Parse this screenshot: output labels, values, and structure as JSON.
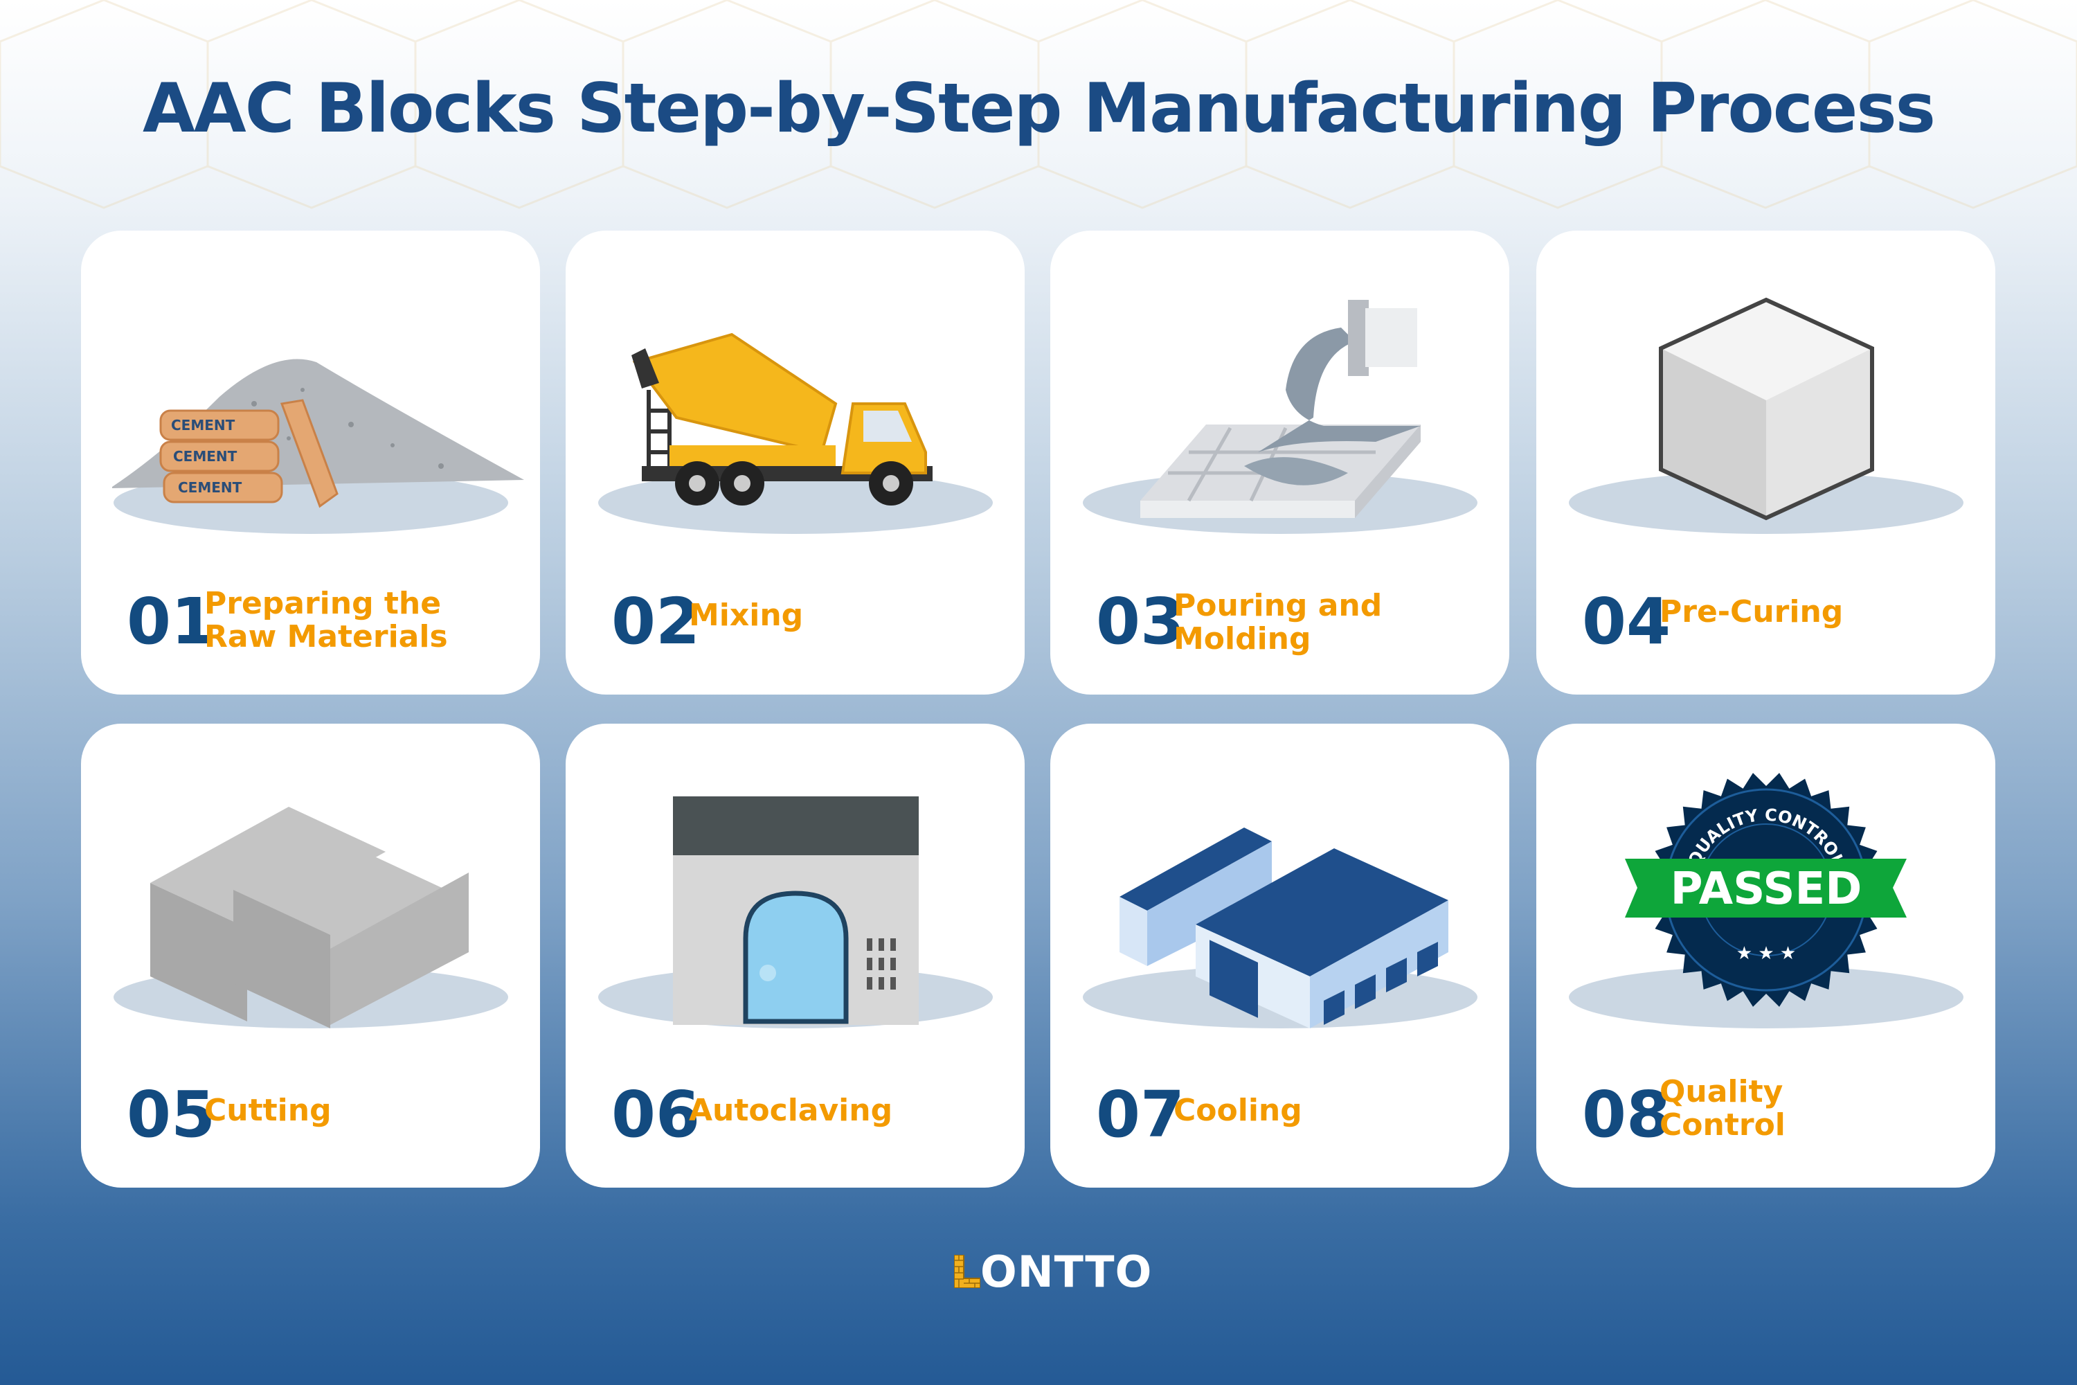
{
  "title": "AAC Blocks Step-by-Step Manufacturing Process",
  "colors": {
    "title": "#1b4b84",
    "number": "#134b80",
    "label": "#f39a00",
    "shadow": "#cbd7e3",
    "badge": "#042a4e",
    "ribbon": "#0ea63a"
  },
  "steps": [
    {
      "number": "01",
      "label_lines": [
        "Preparing the",
        "Raw Materials"
      ],
      "icon": "cement-bags-icon",
      "bag_text": "CEMENT"
    },
    {
      "number": "02",
      "label_lines": [
        "Mixing"
      ],
      "icon": "concrete-mixer-truck-icon"
    },
    {
      "number": "03",
      "label_lines": [
        "Pouring and",
        "Molding"
      ],
      "icon": "pouring-mold-icon"
    },
    {
      "number": "04",
      "label_lines": [
        "Pre-Curing"
      ],
      "icon": "cube-icon"
    },
    {
      "number": "05",
      "label_lines": [
        "Cutting"
      ],
      "icon": "cut-blocks-icon"
    },
    {
      "number": "06",
      "label_lines": [
        "Autoclaving"
      ],
      "icon": "autoclave-icon"
    },
    {
      "number": "07",
      "label_lines": [
        "Cooling"
      ],
      "icon": "warehouse-icon"
    },
    {
      "number": "08",
      "label_lines": [
        "Quality",
        "Control"
      ],
      "icon": "quality-badge-icon",
      "badge_text": "QUALITY CONTROL",
      "ribbon_text": "PASSED"
    }
  ],
  "logo": {
    "rest": "ONTTO",
    "full": "LONTTO"
  }
}
